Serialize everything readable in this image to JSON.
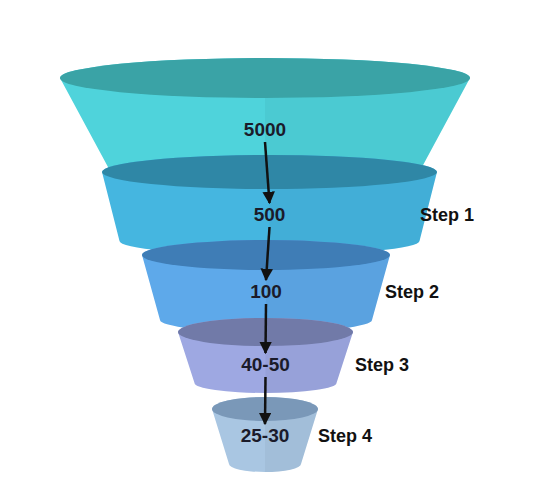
{
  "diagram": {
    "nodes": [
      {
        "text": [
          "5000"
        ]
      },
      {
        "text": [
          "500",
          "Step 1"
        ]
      },
      {
        "text": [
          "100",
          "Step 2"
        ]
      },
      {
        "text": [
          "40-50",
          "Step 3"
        ]
      },
      {
        "text": [
          "25-30",
          "Step 4"
        ]
      }
    ],
    "edges": [
      {
        "from": 0,
        "to": 1,
        "arrow": "to"
      },
      {
        "from": 1,
        "to": 2,
        "arrow": "to"
      },
      {
        "from": 2,
        "to": 3,
        "arrow": "to"
      },
      {
        "from": 3,
        "to": 4,
        "arrow": "to"
      }
    ]
  }
}
